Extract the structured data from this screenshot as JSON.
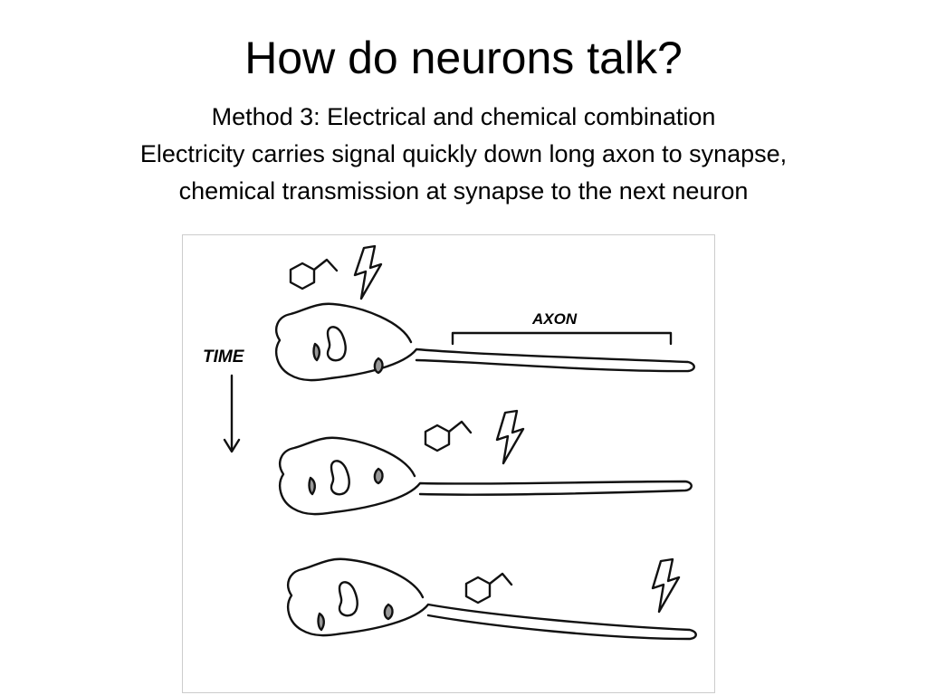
{
  "slide": {
    "title": "How do neurons talk?",
    "subtitle_lines": [
      "Method 3: Electrical and chemical combination",
      "Electricity carries signal quickly down long axon to synapse,",
      "chemical transmission at synapse to the next neuron"
    ]
  },
  "figure": {
    "time_label": "TIME",
    "axon_label": "AXON",
    "icons": [
      "chemical-molecule-icon",
      "lightning-bolt-icon"
    ]
  }
}
